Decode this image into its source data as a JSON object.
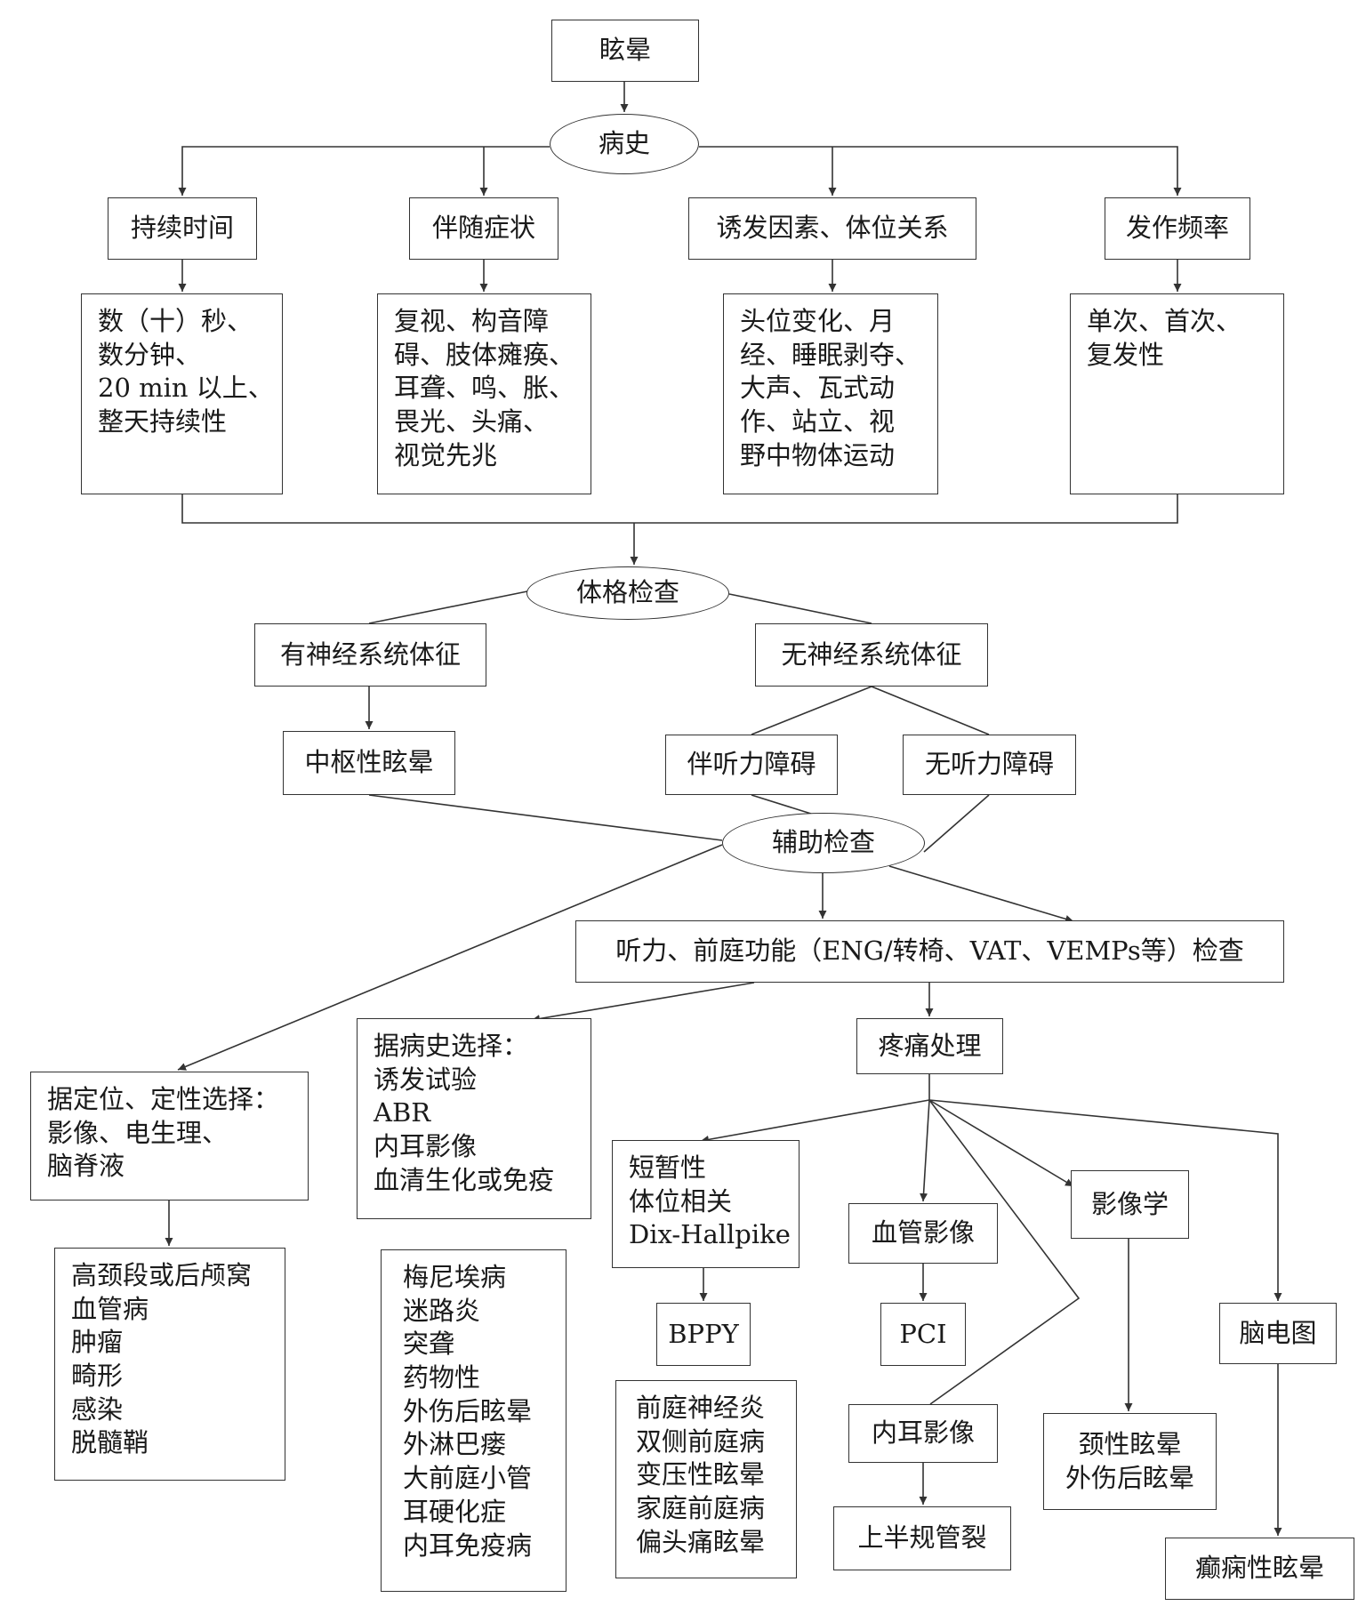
{
  "nodes": {
    "dizziness": "眩晕",
    "history": "病史",
    "duration": "持续时间",
    "symptoms": "伴随症状",
    "triggers": "诱发因素、体位关系",
    "frequency": "发作频率",
    "duration_detail": [
      "数（十）秒、",
      "数分钟、",
      "20 min 以上、",
      "整天持续性"
    ],
    "symptoms_detail": [
      "复视、构音障",
      "碍、肢体瘫痪、",
      "耳聋、鸣、胀、",
      "畏光、头痛、",
      "视觉先兆"
    ],
    "triggers_detail": [
      "头位变化、月",
      "经、睡眠剥夺、",
      "大声、瓦式动",
      "作、站立、视",
      "野中物体运动"
    ],
    "frequency_detail": [
      "单次、首次、",
      "复发性"
    ],
    "physical_exam": "体格检查",
    "neuro_signs": "有神经系统体征",
    "no_neuro_signs": "无神经系统体征",
    "central_vertigo": "中枢性眩晕",
    "with_hearing_loss": "伴听力障碍",
    "without_hearing_loss": "无听力障碍",
    "auxiliary_exam": "辅助检查",
    "vestibular_test": "听力、前庭功能（ENG/转椅、VAT、VEMPs等）检查",
    "localize_select": [
      "据定位、定性选择：",
      "影像、电生理、",
      "脑脊液"
    ],
    "central_causes": [
      "高颈段或后颅窝",
      "血管病",
      "肿瘤",
      "畸形",
      "感染",
      "脱髓鞘"
    ],
    "history_select": [
      "据病史选择：",
      "诱发试验",
      "ABR",
      "内耳影像",
      "血清生化或免疫"
    ],
    "peripheral_causes": [
      "梅尼埃病",
      "迷路炎",
      "突聋",
      "药物性",
      "外伤后眩晕",
      "外淋巴瘘",
      "大前庭小管",
      "耳硬化症",
      "内耳免疫病"
    ],
    "pain_management": "疼痛处理",
    "positional": [
      "短暂性",
      "体位相关",
      "Dix-Hallpike"
    ],
    "bppv": "BPPY",
    "vestibular_causes": [
      "前庭神经炎",
      "双侧前庭病",
      "变压性眩晕",
      "家庭前庭病",
      "偏头痛眩晕"
    ],
    "vascular_imaging": "血管影像",
    "pci": "PCI",
    "inner_ear_imaging": "内耳影像",
    "superior_canal": "上半规管裂",
    "imaging": "影像学",
    "cervical_trauma": [
      "颈性眩晕",
      "外伤后眩晕"
    ],
    "eeg": "脑电图",
    "epileptic_vertigo": "癫痫性眩晕"
  }
}
